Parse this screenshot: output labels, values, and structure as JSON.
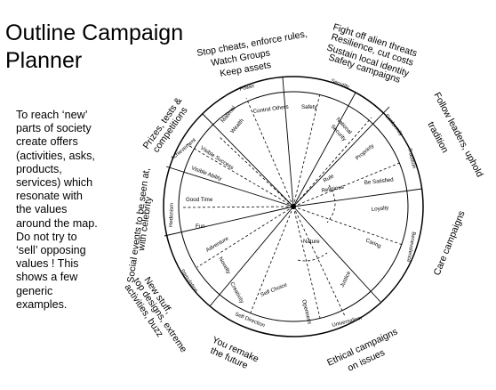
{
  "title_lines": [
    "Outline Campaign",
    "Planner"
  ],
  "intro": [
    "To reach ‘new’",
    "parts of society",
    "create offers",
    "(activities, asks,",
    "products,",
    "services) which",
    "resonate with",
    "the values",
    "around the map.",
    "Do not try to",
    "‘sell’ opposing",
    "values !  This",
    "shows a few",
    "generic",
    "examples."
  ],
  "values": [
    "Power",
    "Security",
    "Conformity",
    "Tradition",
    "Benevolence",
    "Universalism",
    "Self Direction",
    "Stimulation",
    "Hedonism",
    "Achievement"
  ],
  "segments": {
    "material_wealth": [
      "Material",
      "Wealth"
    ],
    "control_others": "Control Others",
    "safety": "Safety",
    "national_security": [
      "National",
      "Security"
    ],
    "propriety": "Propriety",
    "be_satisfied": "Be Satisfied",
    "rule": "Rule",
    "religious": "Religious",
    "loyalty": "Loyalty",
    "caring": "Caring",
    "nature": "Nature",
    "justice": "Justice",
    "openness": "Openness",
    "self_choice": "Self Choice",
    "creativity": "Creativity",
    "novelty": "Novelty",
    "adventure": "Adventure",
    "fun": "Fun",
    "good_time": "Good Time",
    "visible_ability": "Visible Ability",
    "visible_success": "Visible Success"
  },
  "outer": {
    "power": [
      "Stop cheats, enforce rules,",
      "Watch Groups",
      "Keep assets"
    ],
    "security": [
      "Fight off alien threats",
      "Resilience, cut costs",
      "Sustain local identity",
      "Safety campaigns"
    ],
    "tradition": [
      "Follow leaders, uphold",
      "tradition"
    ],
    "benevolence": "Care campaigns",
    "universalism": [
      "Ethical campaigns",
      "on issues"
    ],
    "self_direction": [
      "You  remake",
      "the future"
    ],
    "stimulation": [
      "New stuff,",
      "top designs, extreme",
      "activities, buzz"
    ],
    "hedonism": [
      "Social events to be seen at,",
      "with celebrity"
    ],
    "achievement": [
      "Prizes, tests &",
      "competitions"
    ]
  }
}
